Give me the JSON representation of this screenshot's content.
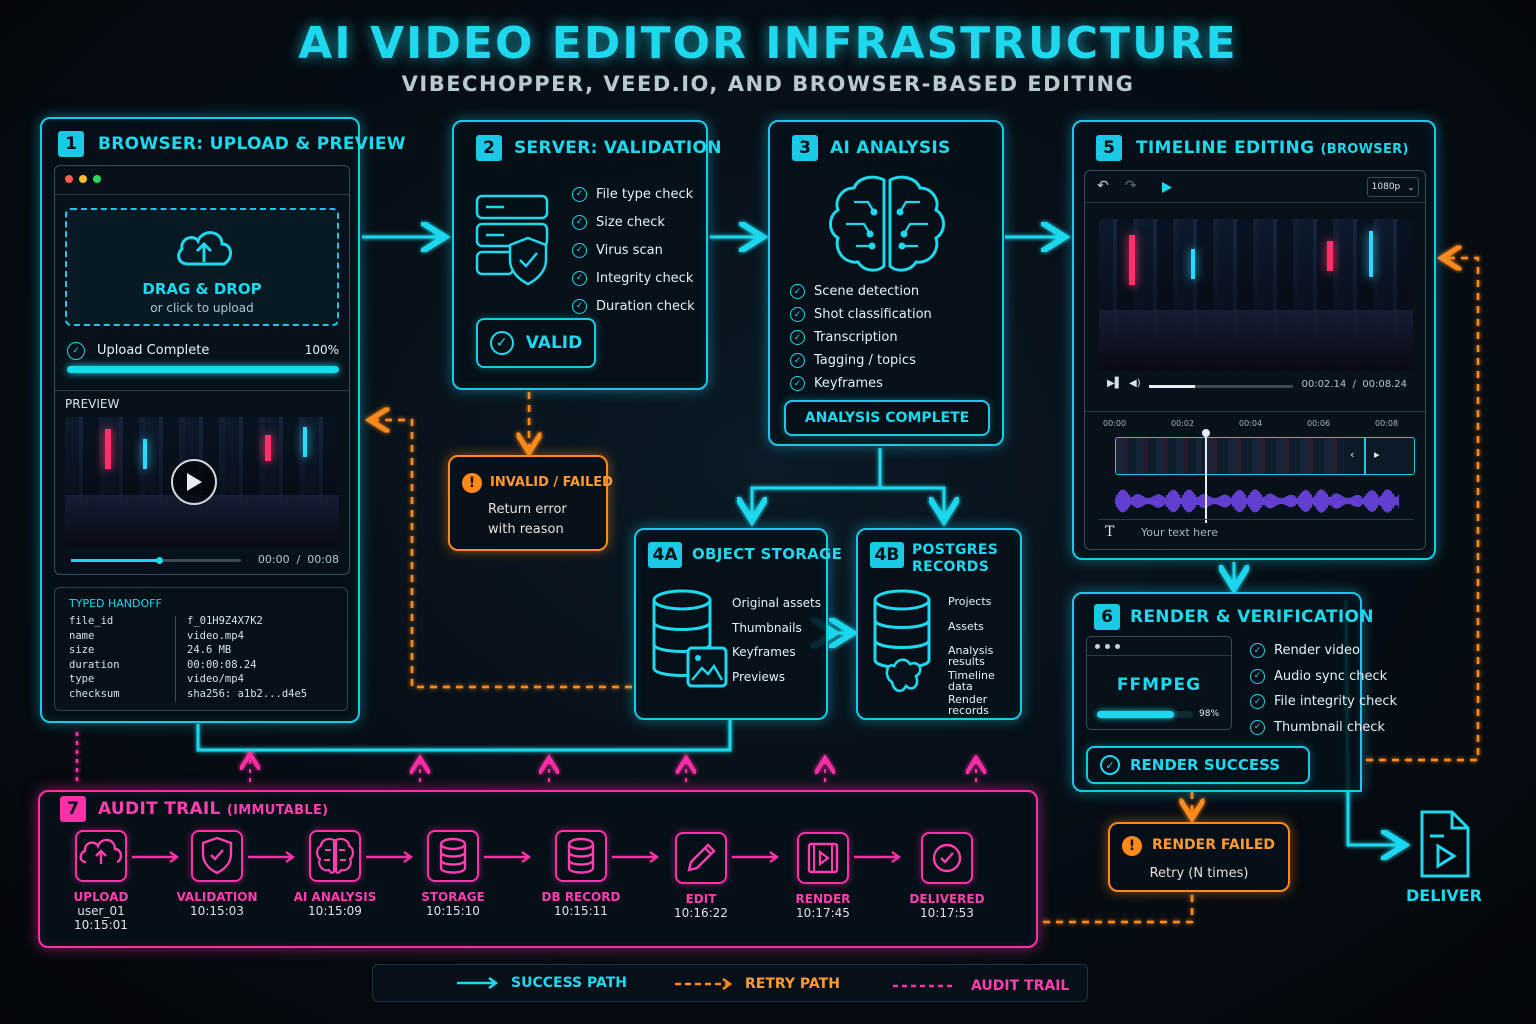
{
  "header": {
    "title": "AI VIDEO EDITOR INFRASTRUCTURE",
    "subtitle": "VIBECHOPPER, VEED.IO, AND BROWSER-BASED EDITING"
  },
  "colors": {
    "cyan": "#19c9e6",
    "pink": "#ff2fa8",
    "orange": "#ff8a1a",
    "background": "#060d14"
  },
  "panel1": {
    "num": "1",
    "title": "BROWSER: UPLOAD & PREVIEW",
    "drop_title": "DRAG & DROP",
    "drop_sub": "or click to upload",
    "upload_status": "Upload Complete",
    "upload_pct": "100%",
    "upload_progress": 1.0,
    "preview_label": "PREVIEW",
    "video_time": "00:00  /  00:08",
    "handoff_title": "TYPED HANDOFF",
    "handoff": [
      {
        "key": "file_id",
        "value": "f_01H9Z4X7K2"
      },
      {
        "key": "name",
        "value": "video.mp4"
      },
      {
        "key": "size",
        "value": "24.6 MB"
      },
      {
        "key": "duration",
        "value": "00:00:08.24"
      },
      {
        "key": "type",
        "value": "video/mp4"
      },
      {
        "key": "checksum",
        "value": "sha256: a1b2...d4e5"
      }
    ]
  },
  "panel2": {
    "num": "2",
    "title": "SERVER: VALIDATION",
    "checks": [
      "File type check",
      "Size check",
      "Virus scan",
      "Integrity check",
      "Duration check"
    ],
    "valid_label": "VALID",
    "invalid_title": "INVALID / FAILED",
    "invalid_line1": "Return error",
    "invalid_line2": "with reason"
  },
  "panel3": {
    "num": "3",
    "title": "AI ANALYSIS",
    "checks": [
      "Scene detection",
      "Shot classification",
      "Transcription",
      "Tagging / topics",
      "Keyframes"
    ],
    "complete_label": "ANALYSIS COMPLETE"
  },
  "panel4a": {
    "num": "4A",
    "title": "OBJECT STORAGE",
    "items": [
      "Original assets",
      "Thumbnails",
      "Keyframes",
      "Previews"
    ]
  },
  "panel4b": {
    "num": "4B",
    "title_line1": "POSTGRES",
    "title_line2": "RECORDS",
    "items": [
      "Projects",
      "Assets",
      "Analysis results",
      "Timeline data",
      "Render records"
    ]
  },
  "panel5": {
    "num": "5",
    "title": "TIMELINE EDITING",
    "title_suffix": "(BROWSER)",
    "resolution": "1080p",
    "time": "00:02.14  /  00:08.24",
    "ruler": [
      "00:00",
      "00:02",
      "00:04",
      "00:06",
      "00:08"
    ],
    "text_placeholder": "Your text here"
  },
  "panel6": {
    "num": "6",
    "title": "RENDER & VERIFICATION",
    "engine": "FFMPEG",
    "render_pct": "98%",
    "render_progress": 0.98,
    "checks": [
      "Render video",
      "Audio sync check",
      "File integrity check",
      "Thumbnail check"
    ],
    "success_label": "RENDER SUCCESS",
    "failed_title": "RENDER FAILED",
    "failed_sub": "Retry (N times)",
    "deliver_label": "DELIVER"
  },
  "panel7": {
    "num": "7",
    "title": "AUDIT TRAIL",
    "title_suffix": "(IMMUTABLE)",
    "steps": [
      {
        "label": "UPLOAD",
        "line1": "user_01",
        "line2": "10:15:01",
        "icon": "cloud-upload-icon"
      },
      {
        "label": "VALIDATION",
        "line1": "10:15:03",
        "line2": "",
        "icon": "shield-check-icon"
      },
      {
        "label": "AI ANALYSIS",
        "line1": "10:15:09",
        "line2": "",
        "icon": "brain-icon"
      },
      {
        "label": "STORAGE",
        "line1": "10:15:10",
        "line2": "",
        "icon": "database-icon"
      },
      {
        "label": "DB RECORD",
        "line1": "10:15:11",
        "line2": "",
        "icon": "database-icon"
      },
      {
        "label": "EDIT",
        "line1": "10:16:22",
        "line2": "",
        "icon": "pencil-icon"
      },
      {
        "label": "RENDER",
        "line1": "10:17:45",
        "line2": "",
        "icon": "film-icon"
      },
      {
        "label": "DELIVERED",
        "line1": "10:17:53",
        "line2": "",
        "icon": "check-circle-icon"
      }
    ]
  },
  "legend": {
    "success": "SUCCESS PATH",
    "retry": "RETRY PATH",
    "audit": "AUDIT TRAIL"
  }
}
